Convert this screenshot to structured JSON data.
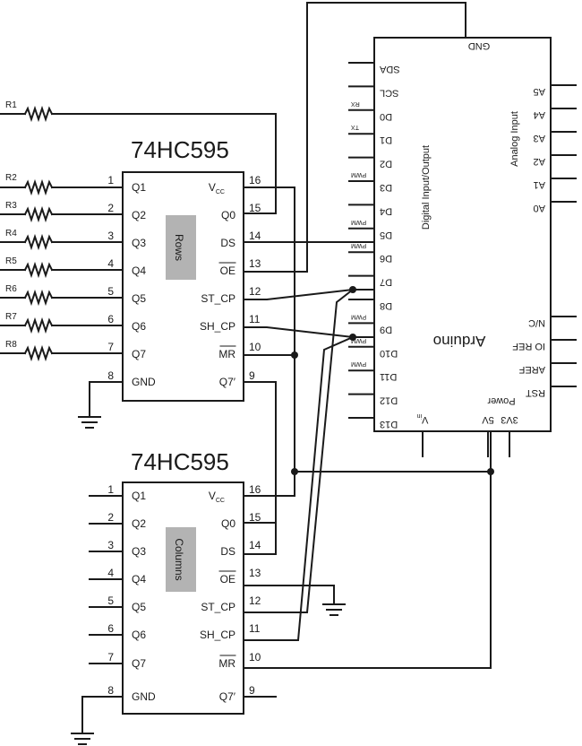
{
  "chip_rows": {
    "title": "74HC595",
    "label": "Rows",
    "left_pins": [
      {
        "num": "1",
        "name": "Q1"
      },
      {
        "num": "2",
        "name": "Q2"
      },
      {
        "num": "3",
        "name": "Q3"
      },
      {
        "num": "4",
        "name": "Q4"
      },
      {
        "num": "5",
        "name": "Q5"
      },
      {
        "num": "6",
        "name": "Q6"
      },
      {
        "num": "7",
        "name": "Q7"
      },
      {
        "num": "8",
        "name": "GND"
      }
    ],
    "right_pins": [
      {
        "num": "16",
        "name": "V",
        "sub": "CC"
      },
      {
        "num": "15",
        "name": "Q0"
      },
      {
        "num": "14",
        "name": "DS"
      },
      {
        "num": "13",
        "name": "OE"
      },
      {
        "num": "12",
        "name": "ST_CP"
      },
      {
        "num": "11",
        "name": "SH_CP"
      },
      {
        "num": "10",
        "name": "MR"
      },
      {
        "num": "9",
        "name": "Q7′"
      }
    ]
  },
  "chip_columns": {
    "title": "74HC595",
    "label": "Columns",
    "left_pins": [
      {
        "num": "1",
        "name": "Q1"
      },
      {
        "num": "2",
        "name": "Q2"
      },
      {
        "num": "3",
        "name": "Q3"
      },
      {
        "num": "4",
        "name": "Q4"
      },
      {
        "num": "5",
        "name": "Q5"
      },
      {
        "num": "6",
        "name": "Q6"
      },
      {
        "num": "7",
        "name": "Q7"
      },
      {
        "num": "8",
        "name": "GND"
      }
    ],
    "right_pins": [
      {
        "num": "16",
        "name": "V",
        "sub": "CC"
      },
      {
        "num": "15",
        "name": "Q0"
      },
      {
        "num": "14",
        "name": "DS"
      },
      {
        "num": "13",
        "name": "OE"
      },
      {
        "num": "12",
        "name": "ST_CP"
      },
      {
        "num": "11",
        "name": "SH_CP"
      },
      {
        "num": "10",
        "name": "MR"
      },
      {
        "num": "9",
        "name": "Q7′"
      }
    ]
  },
  "resistors": [
    "R1",
    "R2",
    "R3",
    "R4",
    "R5",
    "R6",
    "R7",
    "R8"
  ],
  "arduino": {
    "name": "Arduino",
    "gnd_label": "GND",
    "digital_section": "Digital Input/Output",
    "analog_section": "Analog Input",
    "power_section": "Power",
    "pwm_label": "PWM",
    "rx_label": "RX",
    "tx_label": "TX",
    "left_pins": [
      {
        "name": "SDA"
      },
      {
        "name": "SCL"
      },
      {
        "name": "D0"
      },
      {
        "name": "D1"
      },
      {
        "name": "D2"
      },
      {
        "name": "D3"
      },
      {
        "name": "D4"
      },
      {
        "name": "D5"
      },
      {
        "name": "D6"
      },
      {
        "name": "D7"
      },
      {
        "name": "D8"
      },
      {
        "name": "D9"
      },
      {
        "name": "D10"
      },
      {
        "name": "D11"
      },
      {
        "name": "D12"
      },
      {
        "name": "D13"
      }
    ],
    "right_pins": [
      {
        "name": "A5"
      },
      {
        "name": "A4"
      },
      {
        "name": "A3"
      },
      {
        "name": "A2"
      },
      {
        "name": "A1"
      },
      {
        "name": "A0"
      },
      {
        "name": "N/C"
      },
      {
        "name": "IO REF"
      },
      {
        "name": "AREF"
      },
      {
        "name": "RST"
      }
    ],
    "power_pins": [
      {
        "name": "V",
        "sub": "in"
      },
      {
        "name": "5V"
      },
      {
        "name": "3V3"
      }
    ]
  }
}
